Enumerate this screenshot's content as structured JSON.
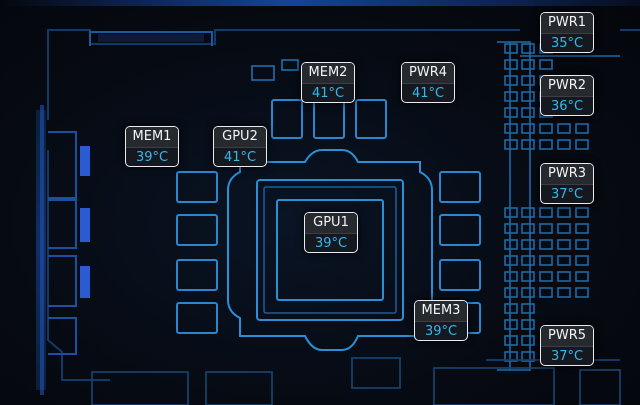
{
  "colors": {
    "trace": "#1e6fb0",
    "trace_bright": "#2b8fd6",
    "connector": "#2f55c8",
    "temperature": "#34b8ee",
    "tag_border": "#e9edf2"
  },
  "sensors": [
    {
      "label": "PWR1",
      "temp": "35°C"
    },
    {
      "label": "MEM2",
      "temp": "41°C"
    },
    {
      "label": "PWR4",
      "temp": "41°C"
    },
    {
      "label": "PWR2",
      "temp": "36°C"
    },
    {
      "label": "MEM1",
      "temp": "39°C"
    },
    {
      "label": "GPU2",
      "temp": "41°C"
    },
    {
      "label": "PWR3",
      "temp": "37°C"
    },
    {
      "label": "GPU1",
      "temp": "39°C"
    },
    {
      "label": "MEM3",
      "temp": "39°C"
    },
    {
      "label": "PWR5",
      "temp": "37°C"
    }
  ]
}
